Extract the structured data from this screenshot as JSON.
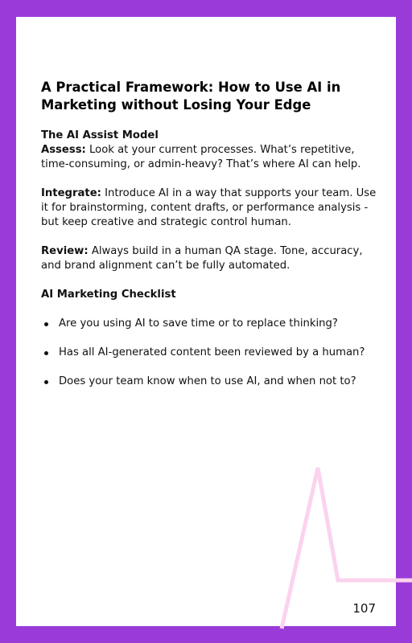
{
  "page": {
    "title": "A Practical Framework: How to Use AI in Marketing without Losing Your Edge",
    "model_heading": "The AI Assist Model",
    "sections": [
      {
        "label": "Assess:",
        "text": " Look at your current processes. What’s repetitive, time-consuming, or admin-heavy? That’s where AI can help."
      },
      {
        "label": "Integrate:",
        "text": " Introduce AI in a way that supports your team. Use it for brainstorming, content drafts, or performance analysis - but keep creative and strategic control human."
      },
      {
        "label": "Review:",
        "text": " Always build in a human QA stage. Tone, accuracy, and brand alignment can’t be fully automated."
      }
    ],
    "checklist_heading": "AI Marketing Checklist",
    "checklist": [
      "Are you using AI to save time or to replace thinking?",
      "Has all AI-generated content been reviewed by a human?",
      "Does your team know when to use AI, and when not to?"
    ],
    "page_number": "107"
  },
  "colors": {
    "border": "#9a3bd9",
    "accent_line": "#fbd3ee"
  }
}
